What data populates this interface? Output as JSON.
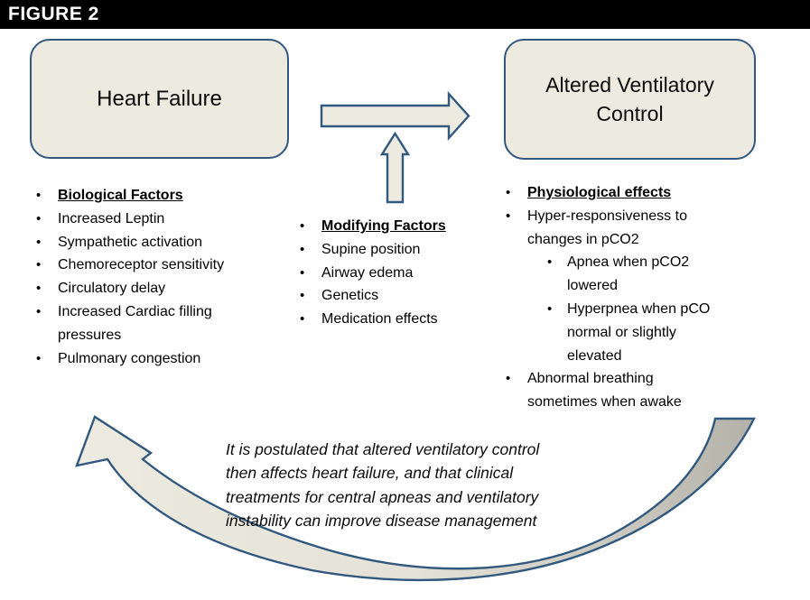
{
  "banner": {
    "label": "FIGURE 2"
  },
  "bullet": "•",
  "colors": {
    "banner_bg": "#000000",
    "banner_text": "#FFFFFF",
    "shape_fill": "#EDEBE0",
    "shape_border": "#31587F",
    "arrow_tail_gray": "#B3B1A8",
    "text": "#000000"
  },
  "boxes": {
    "heart_failure": {
      "title": "Heart Failure"
    },
    "altered_ventilatory_control": {
      "title": "Altered Ventilatory Control"
    }
  },
  "columns": {
    "biological": {
      "heading": "Biological Factors",
      "items": [
        "Increased Leptin",
        "Sympathetic activation",
        "Chemoreceptor sensitivity",
        "Circulatory delay",
        [
          "Increased Cardiac filling",
          "pressures"
        ],
        "Pulmonary congestion"
      ]
    },
    "modifying": {
      "heading": "Modifying Factors",
      "items": [
        "Supine position",
        "Airway edema",
        "Genetics",
        "Medication effects"
      ]
    },
    "physiological": {
      "heading": "Physiological effects",
      "items": [
        {
          "level": 1,
          "text": [
            "Hyper-responsiveness to",
            "changes in pCO2"
          ]
        },
        {
          "level": 2,
          "text": [
            "Apnea when pCO2",
            "lowered"
          ]
        },
        {
          "level": 2,
          "text": [
            "Hyperpnea when pCO",
            "normal or slightly",
            "elevated"
          ]
        },
        {
          "level": 1,
          "text": [
            "Abnormal breathing",
            "sometimes when awake"
          ]
        }
      ]
    }
  },
  "caption": {
    "lines": [
      "It is postulated that altered ventilatory control",
      "then affects heart failure, and that clinical",
      "treatments for central apneas and ventilatory",
      "instability can improve disease management"
    ]
  },
  "arrows": {
    "right_arrow": "heart-failure-to-altered-ventilatory-control",
    "up_arrow": "modifying-factors-into-pathway",
    "curved_arrow": "altered-ventilatory-control-back-to-heart-failure"
  }
}
